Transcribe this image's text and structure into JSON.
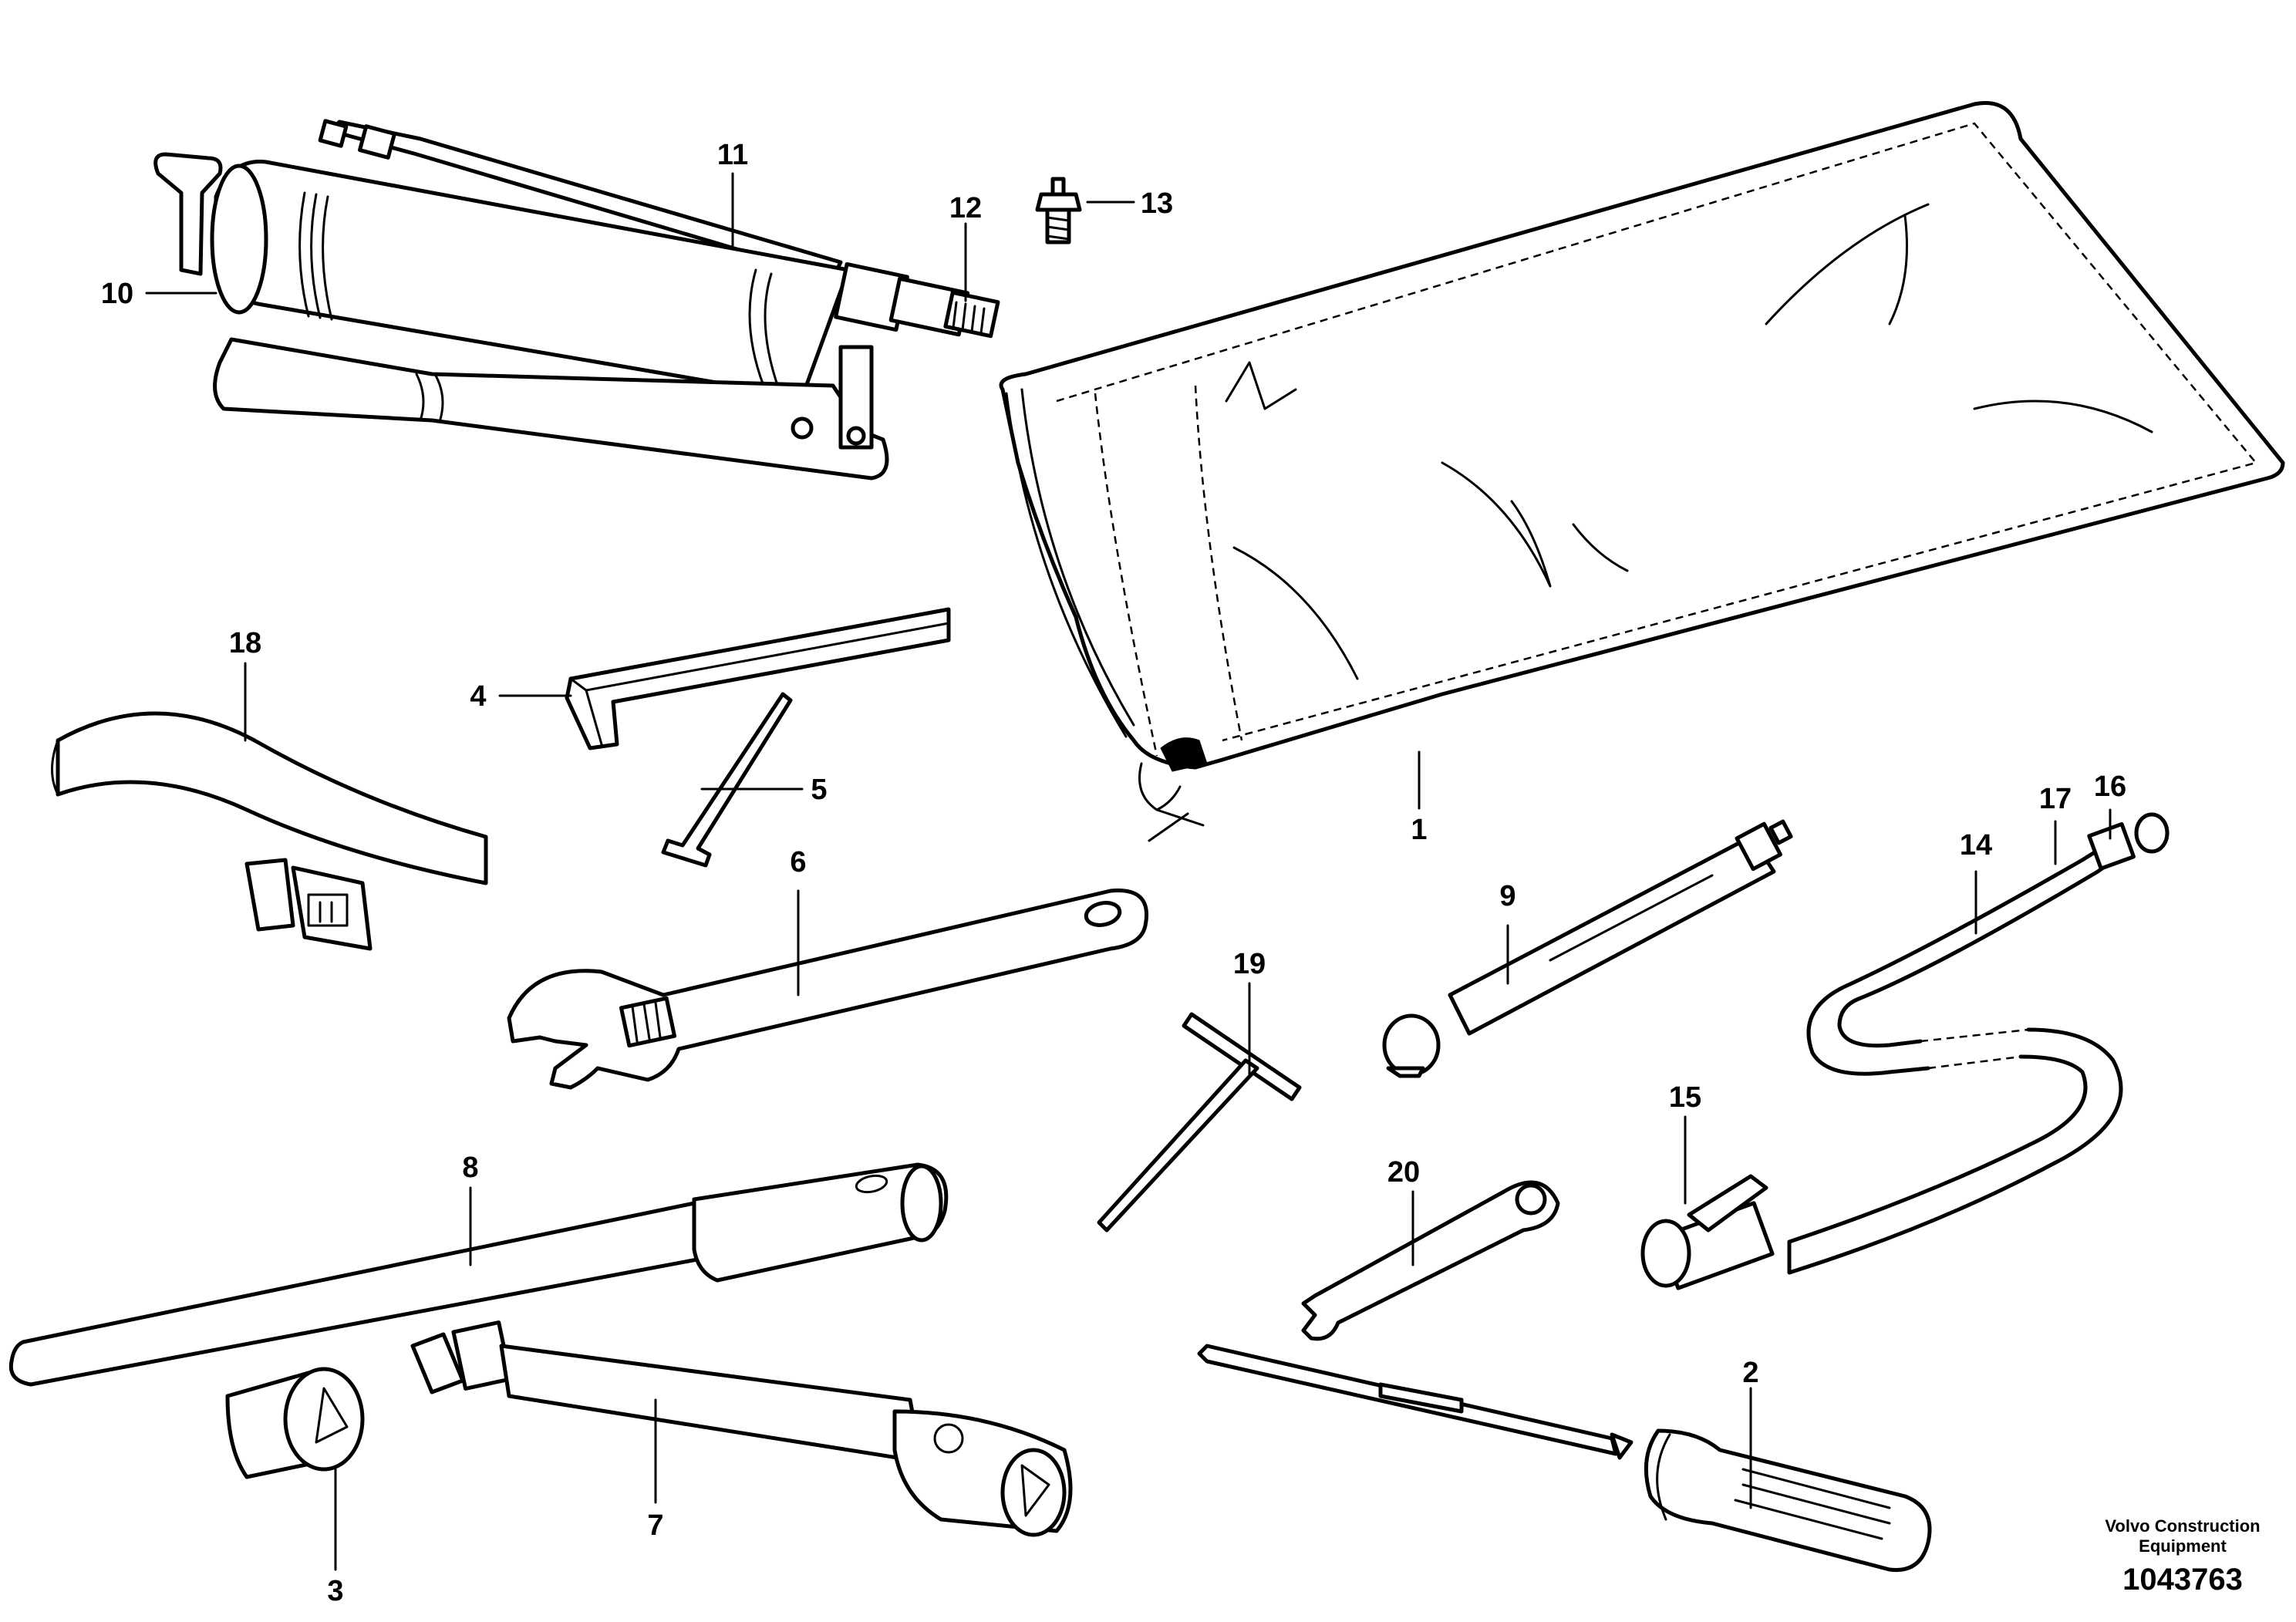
{
  "callouts": {
    "c1": "1",
    "c2": "2",
    "c3": "3",
    "c4": "4",
    "c5": "5",
    "c6": "6",
    "c7": "7",
    "c8": "8",
    "c9": "9",
    "c10": "10",
    "c11": "11",
    "c12": "12",
    "c13": "13",
    "c14": "14",
    "c15": "15",
    "c16": "16",
    "c17": "17",
    "c18": "18",
    "c19": "19",
    "c20": "20"
  },
  "credit": {
    "line1": "Volvo Construction",
    "line2": "Equipment",
    "drawing_number": "1043763"
  }
}
